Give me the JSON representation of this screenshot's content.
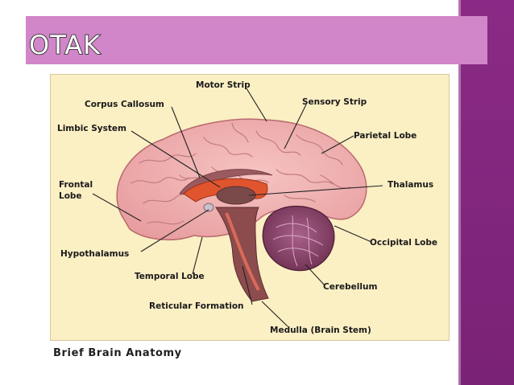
{
  "slide": {
    "title": "OTAK"
  },
  "figure": {
    "caption": "Brief Brain Anatomy",
    "labels": {
      "motor_strip": "Motor Strip",
      "corpus_callosum": "Corpus Callosum",
      "sensory_strip": "Sensory Strip",
      "limbic_system": "Limbic System",
      "parietal_lobe": "Parietal Lobe",
      "frontal_lobe_1": "Frontal",
      "frontal_lobe_2": "Lobe",
      "thalamus": "Thalamus",
      "occipital_lobe": "Occipital Lobe",
      "hypothalamus": "Hypothalamus",
      "temporal_lobe": "Temporal Lobe",
      "cerebellum": "Cerebellum",
      "reticular_formation": "Reticular Formation",
      "medulla": "Medulla (Brain Stem)"
    }
  },
  "colors": {
    "side_band": "#8a2a86",
    "title_bar": "#d086c8",
    "figure_bg": "#fbefc4",
    "cortex": "#f2b2b2",
    "cerebellum": "#8a4468"
  }
}
